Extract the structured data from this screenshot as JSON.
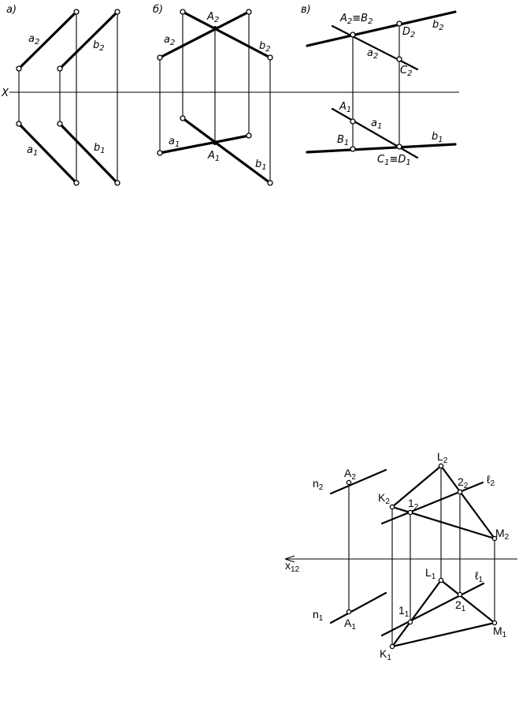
{
  "panel_a": {
    "title": "а)",
    "axis": "X",
    "a2": "a",
    "a2_sub": "2",
    "b2": "b",
    "b2_sub": "2",
    "a1": "a",
    "a1_sub": "1",
    "b1": "b",
    "b1_sub": "1"
  },
  "panel_b": {
    "title": "б)",
    "A2": "A",
    "A2_sub": "2",
    "a2": "a",
    "a2_sub": "2",
    "b2": "b",
    "b2_sub": "2",
    "a1": "a",
    "a1_sub": "1",
    "A1": "A",
    "A1_sub": "1",
    "b1": "b",
    "b1_sub": "1"
  },
  "panel_c": {
    "title": "в)",
    "A2B2_a": "A",
    "A2B2_a_sub": "2",
    "A2B2_eq": "≡B",
    "A2B2_b_sub": "2",
    "D2": "D",
    "D2_sub": "2",
    "b2": "b",
    "b2_sub": "2",
    "a2": "a",
    "a2_sub": "2",
    "C2": "C",
    "C2_sub": "2",
    "A1": "A",
    "A1_sub": "1",
    "a1": "a",
    "a1_sub": "1",
    "B1": "B",
    "B1_sub": "1",
    "b1": "b",
    "b1_sub": "1",
    "C1D1_a": "C",
    "C1D1_a_sub": "1",
    "C1D1_eq": "≡D",
    "C1D1_b_sub": "1"
  },
  "bottom": {
    "axis": "x",
    "axis_sub": "12",
    "n2": "n",
    "n2_sub": "2",
    "A2": "A",
    "A2_sub": "2",
    "L2": "L",
    "L2_sub": "2",
    "p22": "2",
    "p22_sub": "2",
    "l2": "ℓ",
    "l2_sub": "2",
    "K2": "K",
    "K2_sub": "2",
    "p12": "1",
    "p12_sub": "2",
    "M2": "M",
    "M2_sub": "2",
    "L1": "L",
    "L1_sub": "1",
    "l1": "ℓ",
    "l1_sub": "1",
    "p11": "1",
    "p11_sub": "1",
    "p21": "2",
    "p21_sub": "1",
    "n1": "n",
    "n1_sub": "1",
    "A1": "A",
    "A1_sub": "1",
    "M1": "M",
    "M1_sub": "1",
    "K1": "K",
    "K1_sub": "1"
  }
}
